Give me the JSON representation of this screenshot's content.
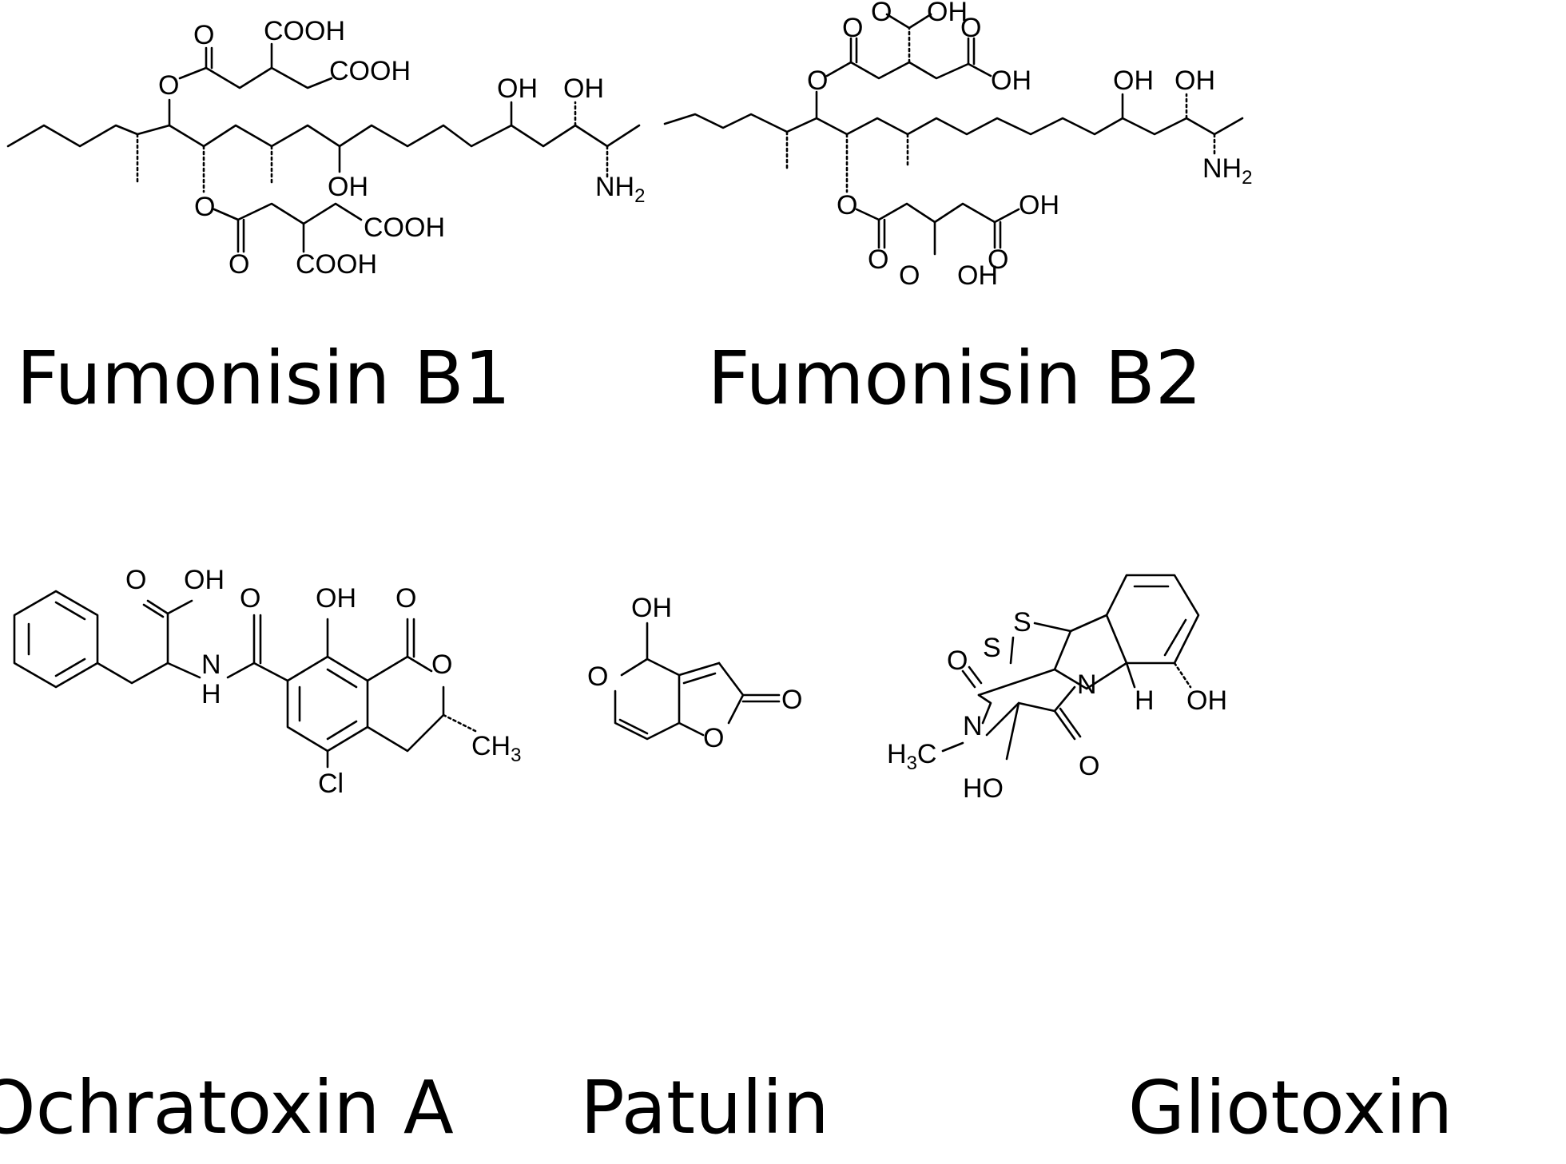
{
  "compounds": [
    {
      "name": "Fumonisin B1",
      "labels": [
        "O",
        "COOH",
        "COOH",
        "O",
        "OH",
        "OH",
        "OH",
        "O",
        "COOH",
        "O",
        "COOH",
        "NH",
        "2"
      ]
    },
    {
      "name": "Fumonisin B2",
      "labels": [
        "O",
        "OH",
        "O",
        "O",
        "O",
        "OH",
        "OH",
        "OH",
        "O",
        "OH",
        "O",
        "O",
        "O",
        "OH",
        "NH",
        "2"
      ]
    },
    {
      "name": "Ochratoxin A",
      "labels": [
        "O",
        "OH",
        "O",
        "OH",
        "O",
        "N",
        "H",
        "O",
        "CH",
        "3",
        "Cl"
      ]
    },
    {
      "name": "Patulin",
      "labels": [
        "OH",
        "O",
        "O",
        "O"
      ]
    },
    {
      "name": "Gliotoxin",
      "labels": [
        "S",
        "S",
        "O",
        "N",
        "H",
        "OH",
        "N",
        "H",
        "3",
        "C",
        "O",
        "HO"
      ]
    }
  ]
}
